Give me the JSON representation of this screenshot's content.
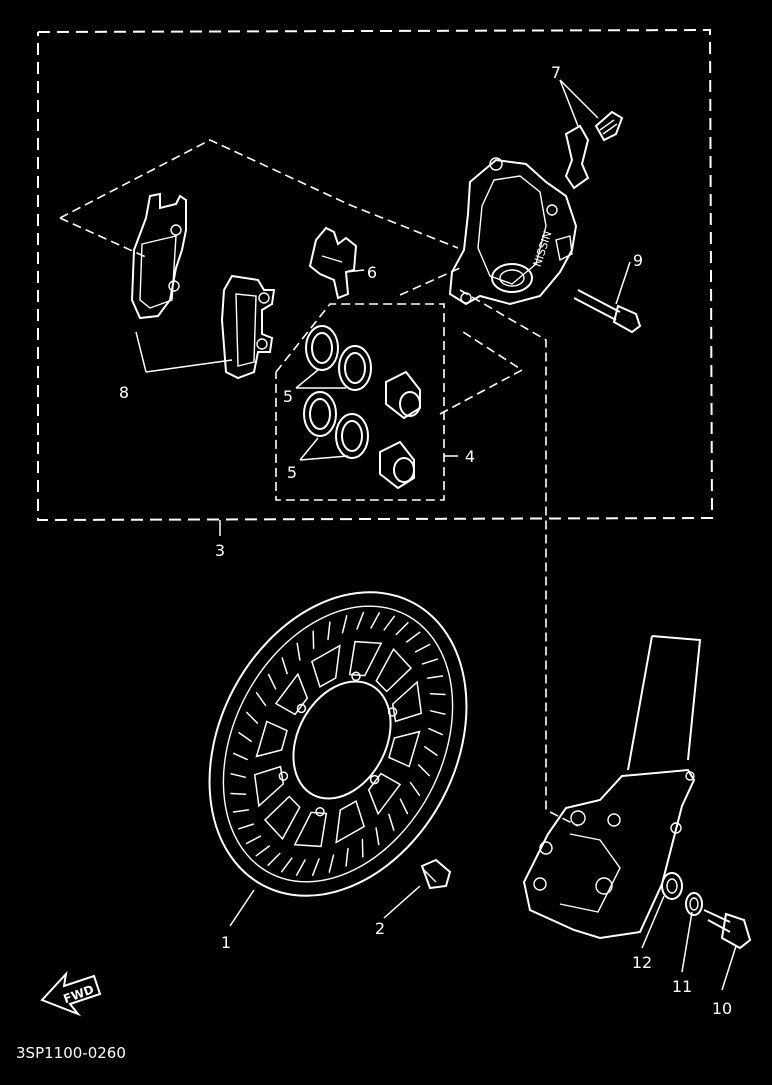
{
  "parts": [
    {
      "id": "1",
      "label": "1"
    },
    {
      "id": "2",
      "label": "2"
    },
    {
      "id": "3",
      "label": "3"
    },
    {
      "id": "4",
      "label": "4"
    },
    {
      "id": "5a",
      "label": "5"
    },
    {
      "id": "5b",
      "label": "5"
    },
    {
      "id": "6",
      "label": "6"
    },
    {
      "id": "7",
      "label": "7"
    },
    {
      "id": "8",
      "label": "8"
    },
    {
      "id": "9",
      "label": "9"
    },
    {
      "id": "10",
      "label": "10"
    },
    {
      "id": "11",
      "label": "11"
    },
    {
      "id": "12",
      "label": "12"
    }
  ],
  "direction_badge": "FWD",
  "caliper_marking": "NISSIN",
  "diagram_code": "3SP1100-0260",
  "colors": {
    "background": "#000000",
    "line": "#ffffff"
  },
  "icons": [
    "fwd-arrow-icon"
  ]
}
